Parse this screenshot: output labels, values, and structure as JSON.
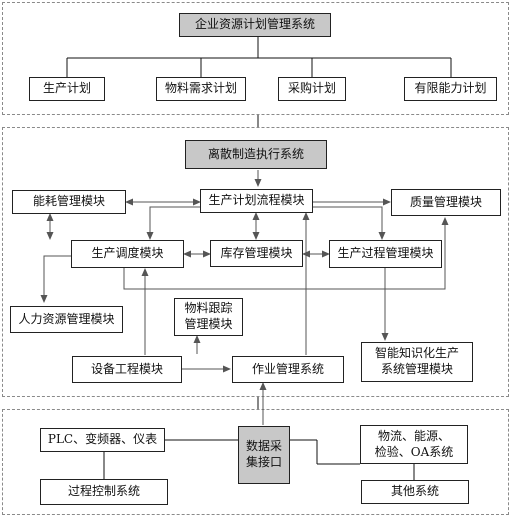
{
  "erp": {
    "title": "企业资源计划管理系统",
    "items": [
      "生产计划",
      "物料需求计划",
      "采购计划",
      "有限能力计划"
    ]
  },
  "mes": {
    "title": "离散制造执行系统",
    "energy": "能耗管理模块",
    "planning": "生产计划流程模块",
    "quality": "质量管理模块",
    "scheduling": "生产调度模块",
    "inventory": "库存管理模块",
    "process": "生产过程管理模块",
    "hr": "人力资源管理模块",
    "tracking": "物料跟踪\n管理模块",
    "equipment": "设备工程模块",
    "operation": "作业管理系统",
    "intelligent": "智能知识化生产\n系统管理模块"
  },
  "bottom": {
    "plc": "PLC、变频器、仪表",
    "process_control": "过程控制系统",
    "interface": "数据采\n集接口",
    "logistics": "物流、能源、\n检验、OA系统",
    "other": "其他系统"
  }
}
